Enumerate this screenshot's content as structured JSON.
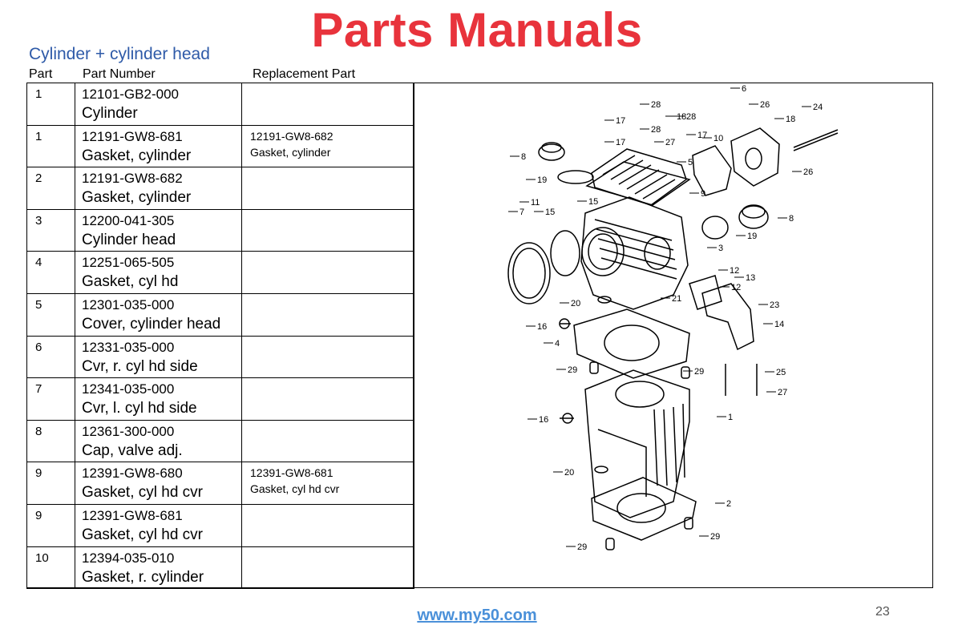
{
  "slide": {
    "title": "Parts Manuals",
    "subtitle": "Cylinder + cylinder head",
    "page_number": "23",
    "footer_link": "www.my50.com"
  },
  "table": {
    "headers": [
      "Part",
      "Part Number",
      "Replacement Part"
    ],
    "rows": [
      {
        "part": "1",
        "number": "12101-GB2-000",
        "desc": "Cylinder",
        "rep_number": "",
        "rep_desc": ""
      },
      {
        "part": "1",
        "number": "12191-GW8-681",
        "desc": "Gasket, cylinder",
        "rep_number": "12191-GW8-682",
        "rep_desc": "Gasket, cylinder"
      },
      {
        "part": "2",
        "number": "12191-GW8-682",
        "desc": "Gasket, cylinder",
        "rep_number": "",
        "rep_desc": ""
      },
      {
        "part": "3",
        "number": "12200-041-305",
        "desc": "Cylinder head",
        "rep_number": "",
        "rep_desc": ""
      },
      {
        "part": "4",
        "number": "12251-065-505",
        "desc": "Gasket, cyl hd",
        "rep_number": "",
        "rep_desc": ""
      },
      {
        "part": "5",
        "number": "12301-035-000",
        "desc": "Cover, cylinder head",
        "rep_number": "",
        "rep_desc": ""
      },
      {
        "part": "6",
        "number": "12331-035-000",
        "desc": "Cvr, r. cyl hd side",
        "rep_number": "",
        "rep_desc": ""
      },
      {
        "part": "7",
        "number": "12341-035-000",
        "desc": "Cvr, l. cyl hd side",
        "rep_number": "",
        "rep_desc": ""
      },
      {
        "part": "8",
        "number": "12361-300-000",
        "desc": "Cap, valve adj.",
        "rep_number": "",
        "rep_desc": ""
      },
      {
        "part": "9",
        "number": "12391-GW8-680",
        "desc": "Gasket, cyl hd cvr",
        "rep_number": "12391-GW8-681",
        "rep_desc": "Gasket, cyl hd cvr"
      },
      {
        "part": "9",
        "number": "12391-GW8-681",
        "desc": "Gasket, cyl hd cvr",
        "rep_number": "",
        "rep_desc": ""
      },
      {
        "part": "10",
        "number": "12394-035-010",
        "desc": "Gasket, r. cylinder",
        "rep_number": "",
        "rep_desc": ""
      }
    ]
  },
  "diagram": {
    "callouts": [
      "1",
      "2",
      "3",
      "4",
      "5",
      "6",
      "7",
      "8",
      "8",
      "9",
      "10",
      "11",
      "12",
      "12",
      "13",
      "14",
      "15",
      "15",
      "16",
      "16",
      "17",
      "17",
      "17",
      "18",
      "18",
      "19",
      "19",
      "20",
      "20",
      "21",
      "23",
      "24",
      "25",
      "26",
      "26",
      "27",
      "27",
      "28",
      "28",
      "28",
      "29",
      "29",
      "29",
      "29"
    ]
  },
  "colors": {
    "title": "#e8333c",
    "subtitle": "#2e5aa8",
    "link": "#4a90d9"
  }
}
